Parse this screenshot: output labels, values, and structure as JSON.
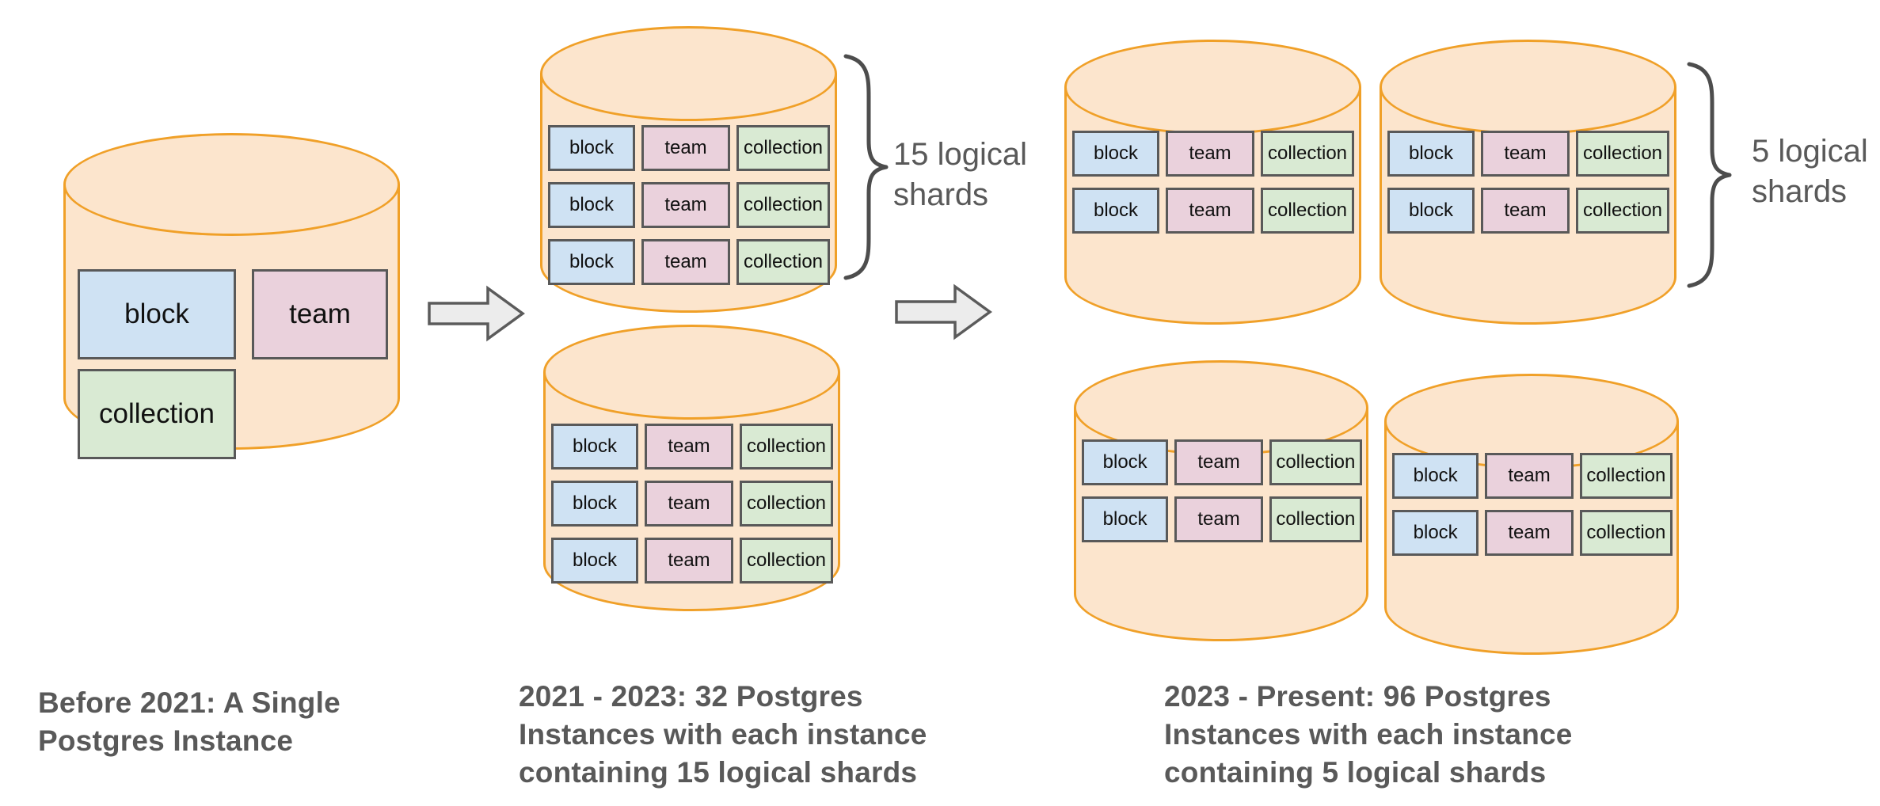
{
  "colors": {
    "cylinder_fill": "#fce5cd",
    "cylinder_stroke": "#f0a028",
    "block_fill": "#cfe2f3",
    "team_fill": "#ead1dc",
    "collection_fill": "#d9ead3",
    "box_stroke": "#595959",
    "box_text": "#111111",
    "arrow_fill": "#ececec",
    "arrow_stroke": "#5b5b5b",
    "brace_color": "#4d4d4d",
    "text_color": "#595959"
  },
  "tables": [
    "block",
    "team",
    "collection"
  ],
  "stages": [
    {
      "caption": "Before 2021: A Single\nPostgres Instance",
      "instances_shown": 1
    },
    {
      "caption": "2021 - 2023: 32 Postgres\nInstances with each instance\ncontaining 15 logical shards",
      "annotation": "15 logical\nshards",
      "instances_shown": 2
    },
    {
      "caption": "2023 - Present: 96 Postgres\nInstances with each instance\ncontaining 5 logical shards",
      "annotation": "5 logical\nshards",
      "instances_shown": 4
    }
  ]
}
